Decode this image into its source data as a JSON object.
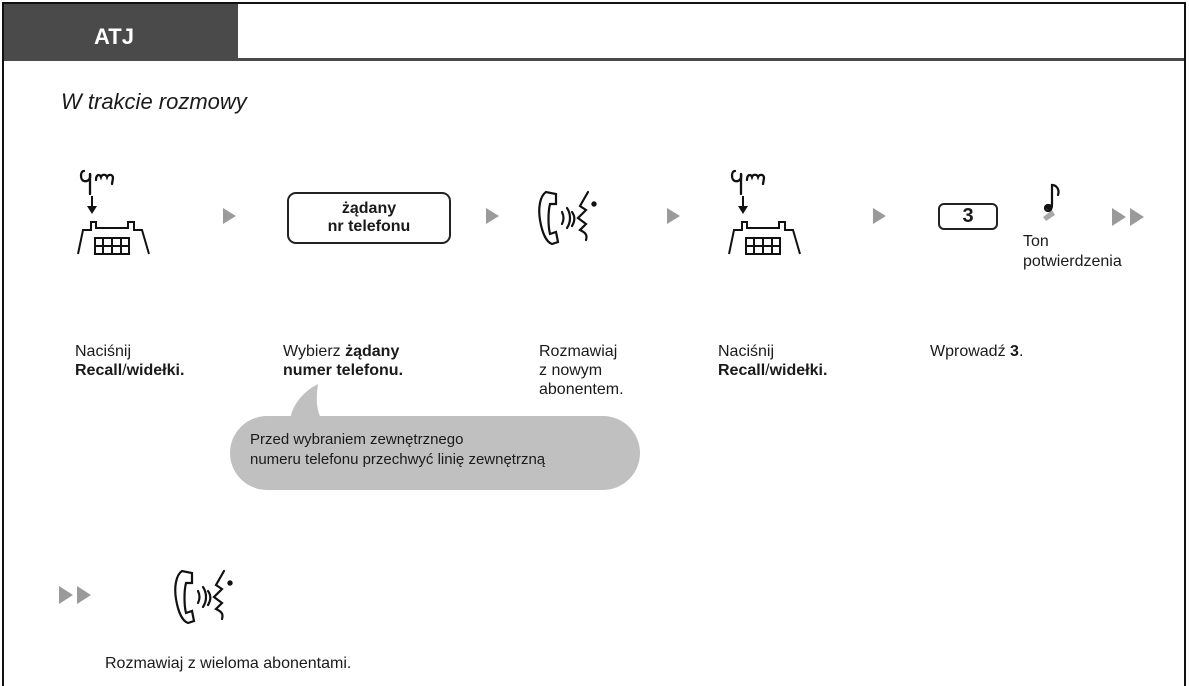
{
  "header": {
    "tab_label": "ATJ"
  },
  "subtitle": "W trakcie rozmowy",
  "steps": {
    "hook1": {
      "line1": "Naciśnij",
      "bold1": "Recall",
      "sep": "/",
      "bold2": "widełki."
    },
    "dial": {
      "box_line1": "żądany",
      "box_line2": "nr telefonu",
      "text": "Wybierz ",
      "bold_a": "żądany",
      "bold_b": "numer telefonu."
    },
    "talk": {
      "line1": "Rozmawiaj",
      "line2": "z nowym",
      "line3": "abonentem."
    },
    "hook2": {
      "line1": "Naciśnij",
      "bold1": "Recall",
      "sep": "/",
      "bold2": "widełki."
    },
    "enter": {
      "key": "3",
      "text": "Wprowadź ",
      "bold": "3",
      "tail": ".",
      "tone_line1": "Ton",
      "tone_line2": "potwierdzenia"
    }
  },
  "callout": {
    "line1": "Przed wybraniem zewnętrznego",
    "line2": "numeru telefonu przechwyć linię zewnętrzną"
  },
  "final": {
    "text": "Rozmawiaj z wieloma abonentami."
  },
  "icons": {
    "hook": "hand-pressing-hookswitch-icon",
    "talk": "handset-talking-icon",
    "tone": "music-note-tone-icon",
    "arrow": "play-arrow-icon",
    "double_arrow": "fast-forward-icon"
  },
  "colors": {
    "tab_bg": "#4a4a4a",
    "callout_bg": "#c0c0c0",
    "arrow": "#9a9a9a"
  }
}
